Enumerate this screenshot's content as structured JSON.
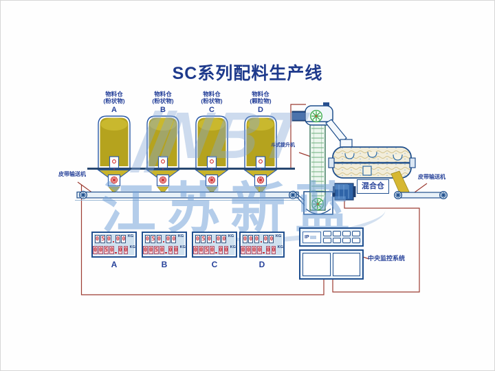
{
  "title": "SC系列配料生产线",
  "watermark": {
    "logo_text": "NBT",
    "brand_text": "江苏新蓝"
  },
  "silos": {
    "items": [
      {
        "name": "物料仓",
        "type": "(粉状物)",
        "letter": "A"
      },
      {
        "name": "物料仓",
        "type": "(粉状物)",
        "letter": "B"
      },
      {
        "name": "物料仓",
        "type": "(粉状物)",
        "letter": "C"
      },
      {
        "name": "物料仓",
        "type": "(颗粒物)",
        "letter": "D"
      }
    ]
  },
  "equipment_labels": {
    "left_conveyor": "皮带输送机",
    "bucket_elevator": "斗式提升机",
    "mixer": "混合仓",
    "right_conveyor": "皮带输送机",
    "control_system": "中央监控系统",
    "control_screen": "IP"
  },
  "weighing_panels": {
    "unit": "KG",
    "items": [
      {
        "letter": "A",
        "set_value": "050.00",
        "actual_value": "0050.00"
      },
      {
        "letter": "B",
        "set_value": "050.00",
        "actual_value": "0050.00"
      },
      {
        "letter": "C",
        "set_value": "050.00",
        "actual_value": "0050.00"
      },
      {
        "letter": "D",
        "set_value": "000.00",
        "actual_value": "0000.00"
      }
    ]
  },
  "colors": {
    "ink_blue": "#1e3a8c",
    "outline_blue": "#1f4f8f",
    "material_yellow": "#b5a31e",
    "chute_yellow": "#c9b42a",
    "wire_red": "#9c3a30",
    "valve_red": "#cf2b2b",
    "digit_red": "#c5303a",
    "elevator_green": "#3fae4e",
    "watermark_blue": "#84a8d6"
  }
}
